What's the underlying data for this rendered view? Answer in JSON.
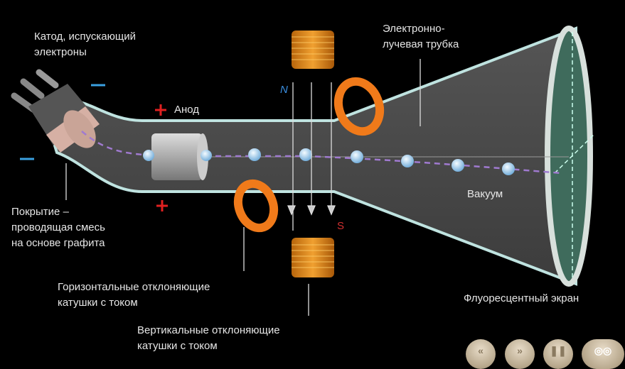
{
  "labels": {
    "cathode": [
      "Катод, испускающий",
      "электроны"
    ],
    "anode": "Анод",
    "tube": [
      "Электронно-",
      "лучевая трубка"
    ],
    "coating": [
      "Покрытие –",
      "проводящая смесь",
      "на основе графита"
    ],
    "horizontal_coils": [
      "Горизонтальные отклоняющие",
      "катушки с током"
    ],
    "vertical_coils": [
      "Вертикальные отклоняющие",
      "катушки с током"
    ],
    "vacuum": "Вакуум",
    "screen": "Флуоресцентный экран",
    "pole_north": "N",
    "pole_south": "S",
    "sign_plus": "+",
    "sign_minus": "–"
  },
  "colors": {
    "background": "#000000",
    "tube_fill": "#4a4a4a",
    "tube_outline": "#bfe3e0",
    "screen": "#3f6b5c",
    "coil": "#e08a1c",
    "ring": "#f07a1a",
    "plus": "#e02020",
    "minus": "#3aa0e0",
    "beam": "#a07ad0",
    "electron": "#a8d4f4",
    "pole_north": "#3a8ee0",
    "pole_south": "#d03030"
  },
  "controls": [
    {
      "name": "rewind",
      "glyph": "«"
    },
    {
      "name": "forward",
      "glyph": "»"
    },
    {
      "name": "pause",
      "glyph": "❚❚"
    },
    {
      "name": "captions",
      "glyph": "◎◎"
    }
  ]
}
